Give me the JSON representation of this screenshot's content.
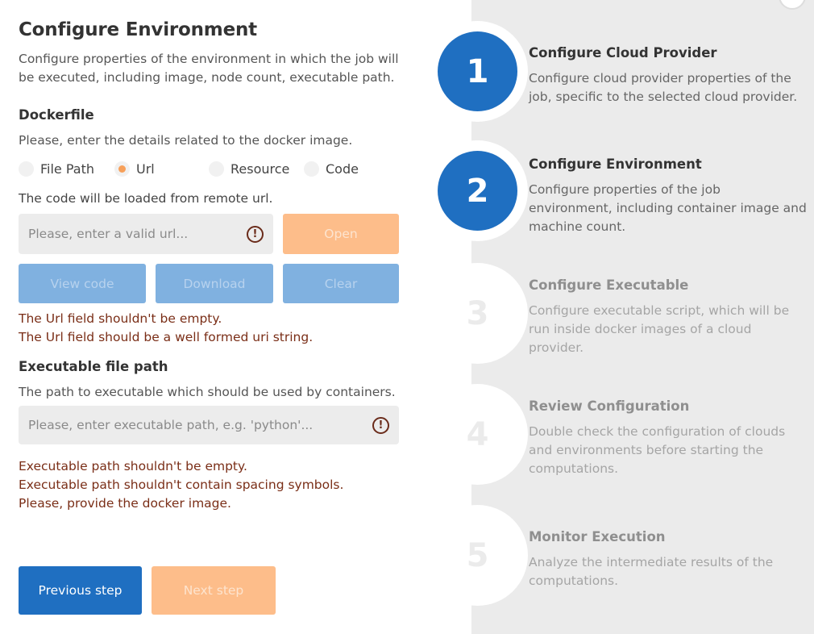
{
  "page": {
    "title": "Configure Environment",
    "subtitle": "Configure properties of the environment in which the job will be executed, including image, node count, executable path."
  },
  "dockerfile": {
    "heading": "Dockerfile",
    "description": "Please, enter the details related to the docker image.",
    "options": [
      {
        "label": "File Path",
        "selected": false
      },
      {
        "label": "Url",
        "selected": true
      },
      {
        "label": "Resource",
        "selected": false
      },
      {
        "label": "Code",
        "selected": false
      }
    ],
    "url_hint": "The code will be loaded from remote url.",
    "url_placeholder": "Please, enter a valid url...",
    "url_value": "",
    "open_label": "Open",
    "view_code_label": "View code",
    "download_label": "Download",
    "clear_label": "Clear",
    "errors": [
      "The Url field shouldn't be empty.",
      "The Url field should be a well formed uri string."
    ]
  },
  "executable": {
    "heading": "Executable file path",
    "description": "The path to executable which should be used by containers.",
    "placeholder": "Please, enter executable path, e.g. 'python'...",
    "value": "",
    "errors": [
      "Executable path shouldn't be empty.",
      "Executable path shouldn't contain spacing symbols.",
      "Please, provide the docker image."
    ]
  },
  "footer": {
    "previous_label": "Previous step",
    "next_label": "Next step"
  },
  "steps": [
    {
      "number": "1",
      "title": "Configure Cloud Provider",
      "description": "Configure cloud provider properties of the job, specific to the selected cloud provider.",
      "active": true
    },
    {
      "number": "2",
      "title": "Configure Environment",
      "description": "Configure properties of the job environment, including container image and machine count.",
      "active": true
    },
    {
      "number": "3",
      "title": "Configure Executable",
      "description": "Configure executable script, which will be run inside docker images of a cloud provider.",
      "active": false
    },
    {
      "number": "4",
      "title": "Review Configuration",
      "description": "Double check the configuration of clouds and environments before starting the computations.",
      "active": false
    },
    {
      "number": "5",
      "title": "Monitor Execution",
      "description": "Analyze the intermediate results of the computations.",
      "active": false
    }
  ],
  "colors": {
    "primary": "#1f6fc1",
    "accent_orange": "#f7a05a",
    "error_text": "#7a2e17",
    "sidebar_bg": "#ebebeb"
  }
}
